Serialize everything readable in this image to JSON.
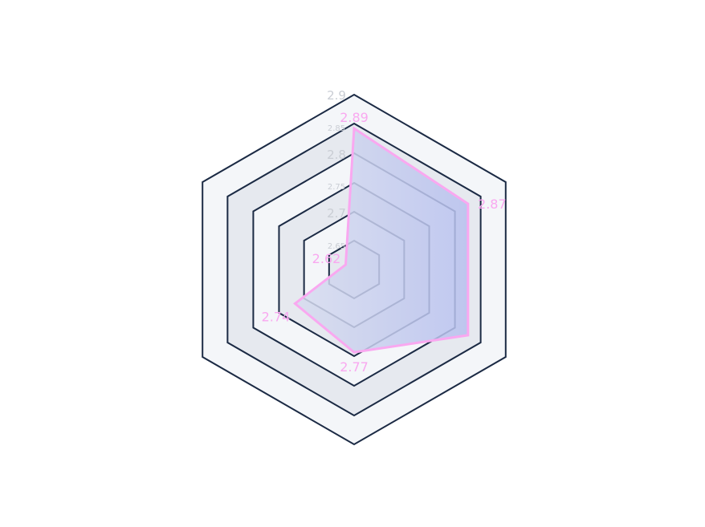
{
  "chart_data": {
    "type": "radar",
    "title": "",
    "axes_count": 6,
    "series": [
      {
        "values": [
          2.89,
          2.87,
          2.87,
          2.77,
          2.74,
          2.62
        ],
        "color": "#f9a8f0"
      }
    ],
    "data_labels": [
      "2.89",
      "2.87",
      "",
      "2.77",
      "2.74",
      "2.62"
    ],
    "radial_range": [
      2.6,
      2.9
    ],
    "radial_ticks": [
      "2.65",
      "2.7",
      "2.75",
      "2.8",
      "2.85",
      "2.9"
    ],
    "grid": true
  },
  "colors": {
    "grid_stroke": "#1b2a44",
    "band_light": "#f4f6f9",
    "band_dark": "#e6e9ef",
    "fill_start": "#d7dcee",
    "fill_end": "#b7c0ee",
    "series_stroke": "#f9a8f0",
    "tick_text": "#c9cdd4"
  }
}
